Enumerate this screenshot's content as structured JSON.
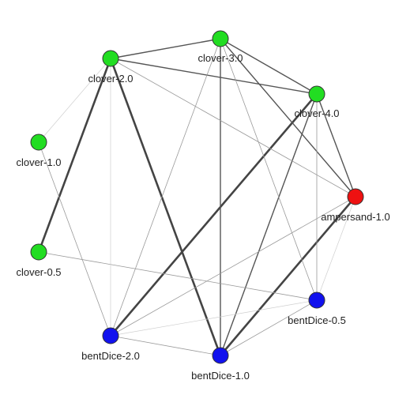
{
  "graph": {
    "nodes": [
      {
        "id": "clover-3.0",
        "label": "clover-3.0",
        "color": "#22dd22"
      },
      {
        "id": "clover-2.0",
        "label": "clover-2.0",
        "color": "#22dd22"
      },
      {
        "id": "clover-4.0",
        "label": "clover-4.0",
        "color": "#22dd22"
      },
      {
        "id": "clover-1.0",
        "label": "clover-1.0",
        "color": "#22dd22"
      },
      {
        "id": "ampersand-1.0",
        "label": "ampersand-1.0",
        "color": "#ee1111"
      },
      {
        "id": "clover-0.5",
        "label": "clover-0.5",
        "color": "#22dd22"
      },
      {
        "id": "bentDice-0.5",
        "label": "bentDice-0.5",
        "color": "#1111ee"
      },
      {
        "id": "bentDice-2.0",
        "label": "bentDice-2.0",
        "color": "#1111ee"
      },
      {
        "id": "bentDice-1.0",
        "label": "bentDice-1.0",
        "color": "#1111ee"
      }
    ],
    "edges": [
      {
        "source": "clover-2.0",
        "target": "clover-0.5",
        "weight": "heavy"
      },
      {
        "source": "clover-2.0",
        "target": "bentDice-1.0",
        "weight": "heavy"
      },
      {
        "source": "clover-4.0",
        "target": "bentDice-2.0",
        "weight": "heavy"
      },
      {
        "source": "ampersand-1.0",
        "target": "bentDice-1.0",
        "weight": "heavy"
      },
      {
        "source": "clover-3.0",
        "target": "bentDice-1.0",
        "weight": "medium"
      },
      {
        "source": "clover-3.0",
        "target": "clover-4.0",
        "weight": "medium"
      },
      {
        "source": "clover-3.0",
        "target": "ampersand-1.0",
        "weight": "medium"
      },
      {
        "source": "clover-2.0",
        "target": "clover-3.0",
        "weight": "medium"
      },
      {
        "source": "clover-2.0",
        "target": "clover-4.0",
        "weight": "medium"
      },
      {
        "source": "clover-4.0",
        "target": "ampersand-1.0",
        "weight": "medium"
      },
      {
        "source": "clover-4.0",
        "target": "bentDice-1.0",
        "weight": "medium"
      },
      {
        "source": "clover-0.5",
        "target": "bentDice-0.5",
        "weight": "light"
      },
      {
        "source": "clover-2.0",
        "target": "ampersand-1.0",
        "weight": "light"
      },
      {
        "source": "clover-3.0",
        "target": "bentDice-2.0",
        "weight": "light"
      },
      {
        "source": "clover-3.0",
        "target": "bentDice-0.5",
        "weight": "light"
      },
      {
        "source": "clover-4.0",
        "target": "bentDice-0.5",
        "weight": "light"
      },
      {
        "source": "ampersand-1.0",
        "target": "bentDice-2.0",
        "weight": "light"
      },
      {
        "source": "bentDice-2.0",
        "target": "bentDice-1.0",
        "weight": "light"
      },
      {
        "source": "bentDice-0.5",
        "target": "bentDice-1.0",
        "weight": "light"
      },
      {
        "source": "clover-1.0",
        "target": "bentDice-2.0",
        "weight": "light"
      },
      {
        "source": "clover-2.0",
        "target": "bentDice-2.0",
        "weight": "faint"
      },
      {
        "source": "clover-2.0",
        "target": "clover-1.0",
        "weight": "faint"
      },
      {
        "source": "ampersand-1.0",
        "target": "bentDice-0.5",
        "weight": "faint"
      },
      {
        "source": "bentDice-2.0",
        "target": "bentDice-0.5",
        "weight": "faint"
      }
    ]
  }
}
